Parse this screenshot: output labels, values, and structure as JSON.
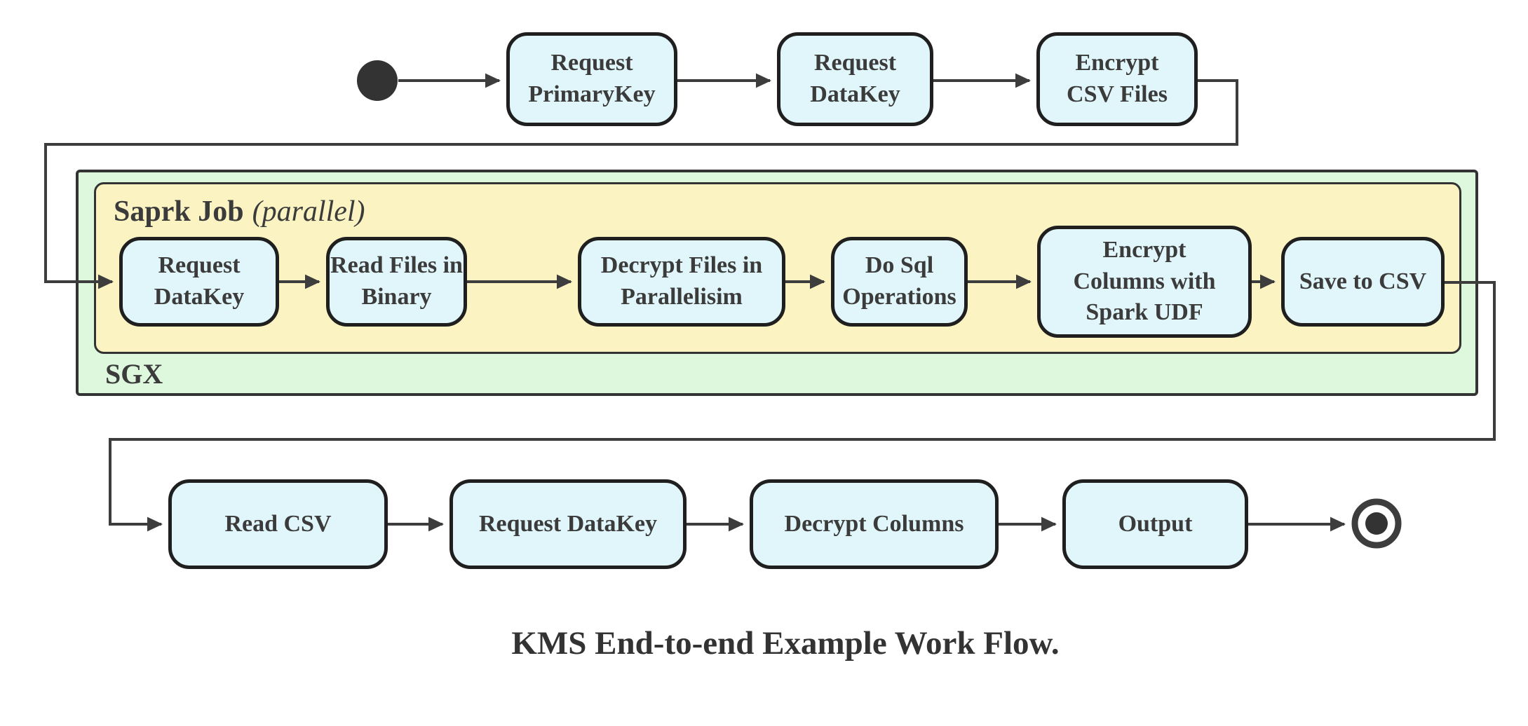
{
  "diagram": {
    "caption": "KMS End-to-end Example Work Flow.",
    "sgx": {
      "label": "SGX"
    },
    "spark_job": {
      "label": "Saprk Job",
      "mode": "(parallel)"
    },
    "nodes": {
      "top": [
        "Request\nPrimaryKey",
        "Request\nDataKey",
        "Encrypt\nCSV Files"
      ],
      "spark": [
        "Request\nDataKey",
        "Read Files in\nBinary",
        "Decrypt Files in\nParallelisim",
        "Do Sql\nOperations",
        "Encrypt\nColumns with\nSpark UDF",
        "Save to CSV"
      ],
      "bottom": [
        "Read CSV",
        "Request DataKey",
        "Decrypt Columns",
        "Output"
      ]
    },
    "colors": {
      "node_fill": "#e0f6fa",
      "node_border": "#1f1f1f",
      "spark_container_fill": "#fbf4c2",
      "sgx_container_fill": "#def8de",
      "container_border": "#333333",
      "wire": "#3d3d3d",
      "text": "#3b3b3b"
    }
  }
}
